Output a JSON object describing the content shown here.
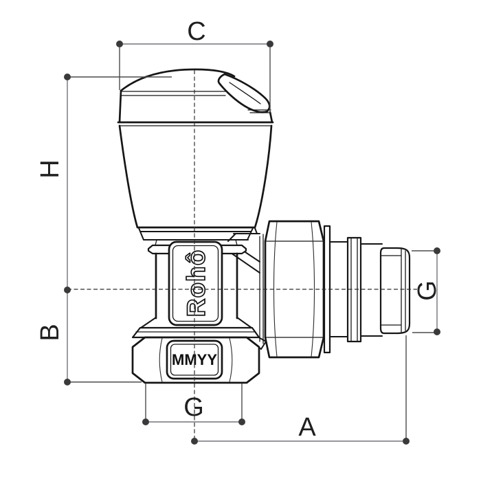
{
  "drawing": {
    "brand_logo": "Rohô",
    "date_stamp": "MMYY",
    "dimension_labels": {
      "top_width": "C",
      "upper_height": "H",
      "lower_height": "B",
      "bottom_thread": "G",
      "side_thread": "G",
      "horizontal_length": "A"
    },
    "colors": {
      "background": "#ffffff",
      "part_line": "#161616",
      "dimension_line": "#73737a",
      "extension_line": "#4b4b4b",
      "endpoint_dot": "#3a3a3a",
      "label_text": "#1f1f1f"
    }
  }
}
